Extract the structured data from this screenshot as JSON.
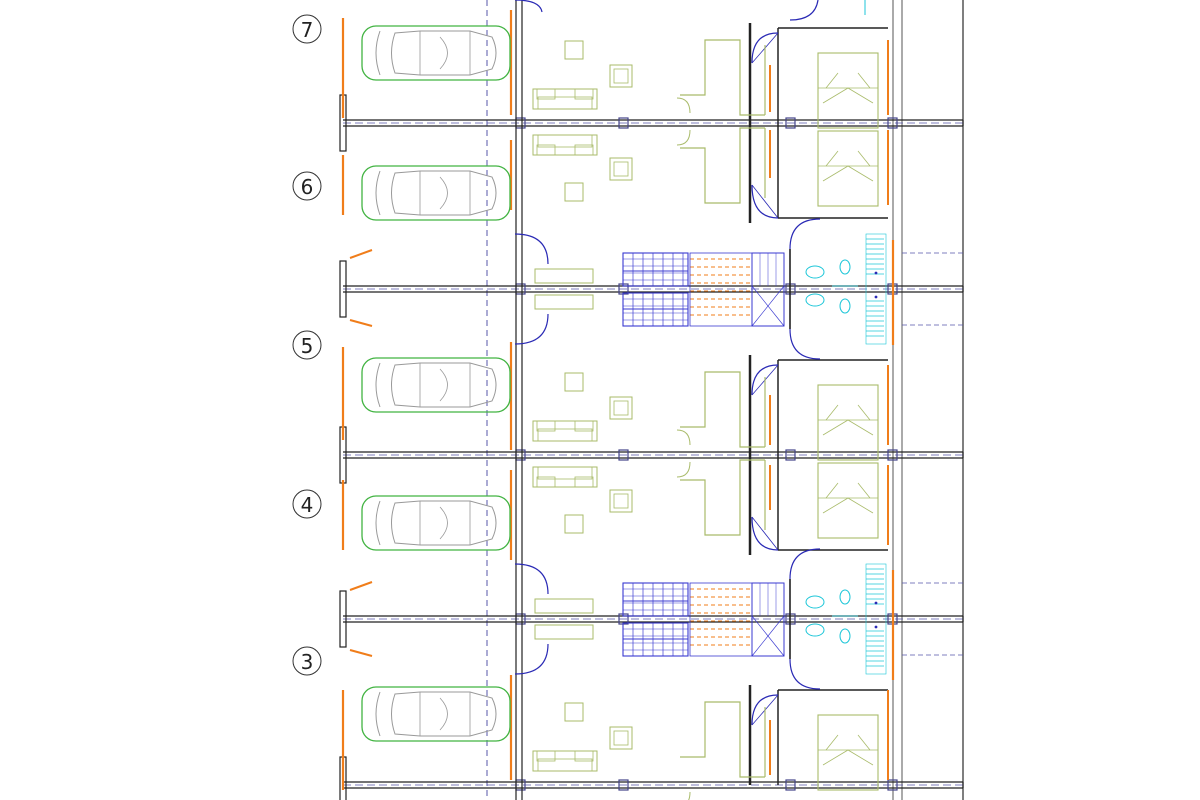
{
  "grid_axes": [
    {
      "label": "7"
    },
    {
      "label": "6"
    },
    {
      "label": "5"
    },
    {
      "label": "4"
    },
    {
      "label": "3"
    }
  ],
  "colors": {
    "wall": "#222222",
    "thin_line": "#555555",
    "door": "#2a2ab5",
    "window": "#f07d1a",
    "furniture": "#a9bb6a",
    "car": "#41b341",
    "car_detail": "#999999",
    "stair": "#3a3ad0",
    "sanitary": "#1cc6d8",
    "dashed": "#5555aa",
    "column": "#444488"
  },
  "icons": [
    "car-icon",
    "sofa-icon",
    "armchair-icon",
    "table-icon",
    "bed-icon",
    "toilet-icon",
    "washbasin-icon",
    "stair-icon",
    "door-swing-icon"
  ]
}
